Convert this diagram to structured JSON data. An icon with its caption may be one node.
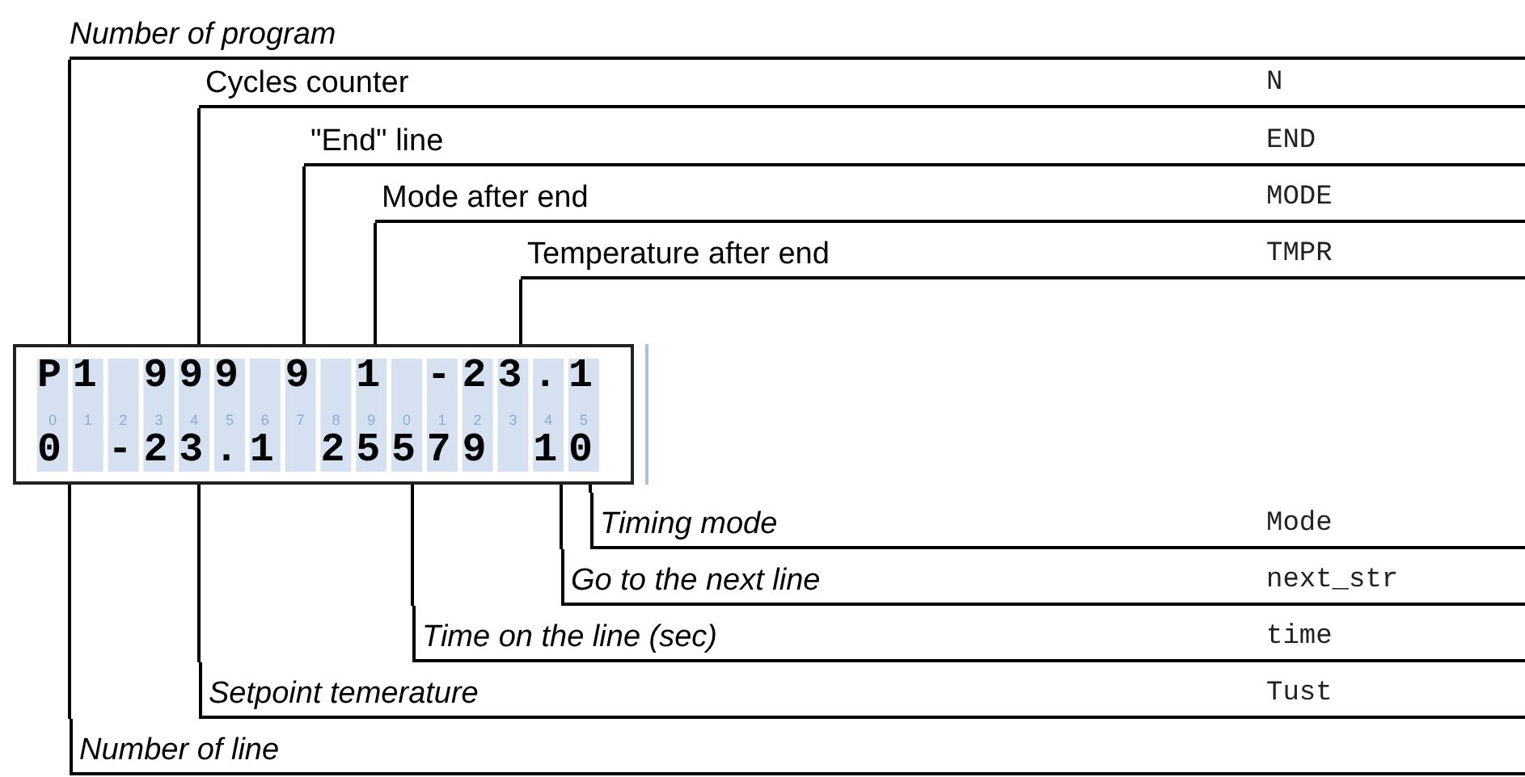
{
  "diagram": {
    "nodes": [
      {
        "text": [
          "Number of program"
        ]
      },
      {
        "text": [
          "Cycles counter",
          "N"
        ]
      },
      {
        "text": [
          "\"End\" line",
          "END"
        ]
      },
      {
        "text": [
          "Mode after end",
          "MODE"
        ]
      },
      {
        "text": [
          "Temperature after end",
          "TMPR"
        ]
      },
      {
        "text": [],
        "shape": "box"
      },
      {
        "text": [
          "P1"
        ],
        "in": 5
      },
      {
        "text": [
          "999"
        ],
        "in": 5
      },
      {
        "text": [
          "9"
        ],
        "in": 5
      },
      {
        "text": [
          "1"
        ],
        "in": 5
      },
      {
        "text": [
          "-23.1"
        ],
        "in": 5
      },
      {
        "text": [
          "0"
        ],
        "in": 5
      },
      {
        "text": [
          "-23.1"
        ],
        "in": 5
      },
      {
        "text": [
          "25579"
        ],
        "in": 5
      },
      {
        "text": [
          "1"
        ],
        "in": 5
      },
      {
        "text": [
          "0"
        ],
        "in": 5
      },
      {
        "text": [
          "Timing mode",
          "Mode"
        ]
      },
      {
        "text": [
          "Go to the next line",
          "next_str"
        ]
      },
      {
        "text": [
          "Time on the line (sec)",
          "time"
        ]
      },
      {
        "text": [
          "Setpoint temerature",
          "Tust"
        ]
      },
      {
        "text": [
          "Number of line"
        ]
      }
    ],
    "edges": [
      {
        "from": 0,
        "to": 6,
        "arrow": "none"
      },
      {
        "from": 1,
        "to": 7,
        "arrow": "none"
      },
      {
        "from": 2,
        "to": 8,
        "arrow": "none"
      },
      {
        "from": 3,
        "to": 9,
        "arrow": "none"
      },
      {
        "from": 4,
        "to": 10,
        "arrow": "none"
      },
      {
        "from": 16,
        "to": 15,
        "arrow": "none"
      },
      {
        "from": 17,
        "to": 14,
        "arrow": "none"
      },
      {
        "from": 18,
        "to": 13,
        "arrow": "none"
      },
      {
        "from": 19,
        "to": 12,
        "arrow": "none"
      },
      {
        "from": 20,
        "to": 11,
        "arrow": "none"
      }
    ],
    "labels": [
      "0",
      "1",
      "2",
      "3",
      "4",
      "5",
      "6",
      "7",
      "8",
      "9",
      "0",
      "1",
      "2",
      "3",
      "4",
      "5"
    ]
  }
}
